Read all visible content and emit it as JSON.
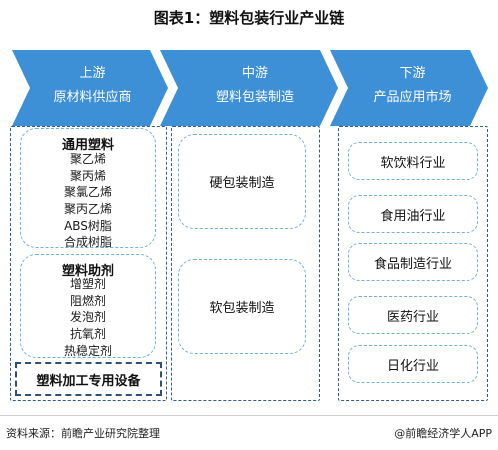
{
  "title": "图表1：塑料包装行业产业链",
  "colors": {
    "arrow": "#3d8fd6",
    "column_border": "#2f5b8f",
    "group_border": "#6fb0dc"
  },
  "stages": [
    {
      "name": "上游",
      "desc": "原材料供应商"
    },
    {
      "name": "中游",
      "desc": "塑料包装制造"
    },
    {
      "name": "下游",
      "desc": "产品应用市场"
    }
  ],
  "upstream": {
    "group1": {
      "title": "通用塑料",
      "items": [
        "聚乙烯",
        "聚丙烯",
        "聚氯乙烯",
        "聚丙乙烯",
        "ABS树脂",
        "合成树脂"
      ]
    },
    "group2": {
      "title": "塑料助剂",
      "items": [
        "增塑剂",
        "阻燃剂",
        "发泡剂",
        "抗氧剂",
        "热稳定剂"
      ]
    },
    "equipment": "塑料加工专用设备"
  },
  "midstream": [
    "硬包装制造",
    "软包装制造"
  ],
  "downstream": [
    "软饮料行业",
    "食用油行业",
    "食品制造行业",
    "医药行业",
    "日化行业"
  ],
  "footer": {
    "source": "资料来源：前瞻产业研究院整理",
    "brand": "@前瞻经济学人APP"
  }
}
